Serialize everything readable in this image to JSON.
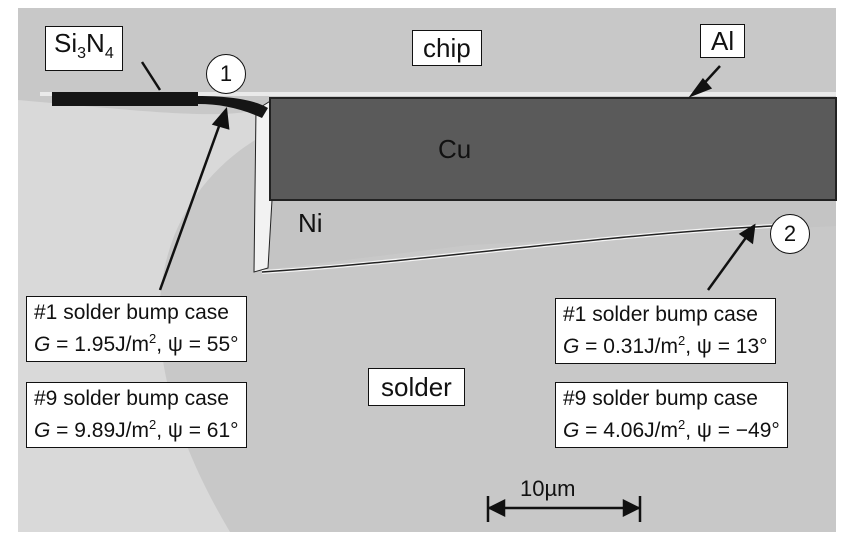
{
  "labels": {
    "si3n4": {
      "base": "Si",
      "sub1": "3",
      "mid": "N",
      "sub2": "4"
    },
    "chip": "chip",
    "al": "Al",
    "cu": "Cu",
    "ni": "Ni",
    "solder": "solder",
    "marker1": "1",
    "marker2": "2",
    "scale": "10µm"
  },
  "cases": {
    "left_1": {
      "title": "#1 solder bump case",
      "g_sym": "G",
      "g_val": " = 1.95J/m",
      "sup": "2",
      "psi": ",  ψ = 55°"
    },
    "left_9": {
      "title": "#9 solder bump case",
      "g_sym": "G",
      "g_val": " = 9.89J/m",
      "sup": "2",
      "psi": ",  ψ = 61°"
    },
    "right_1": {
      "title": "#1 solder bump case",
      "g_sym": "G",
      "g_val": " = 0.31J/m",
      "sup": "2",
      "psi": ",  ψ = 13°"
    },
    "right_9": {
      "title": "#9 solder bump case",
      "g_sym": "G",
      "g_val": " = 4.06J/m",
      "sup": "2",
      "psi": ",  ψ = −49°"
    }
  },
  "colors": {
    "background": "#c8c8c8",
    "solder_light": "#d9d9d9",
    "cu": "#5a5a5a",
    "ni": "#c4c4c4",
    "passivation": "#151515"
  }
}
